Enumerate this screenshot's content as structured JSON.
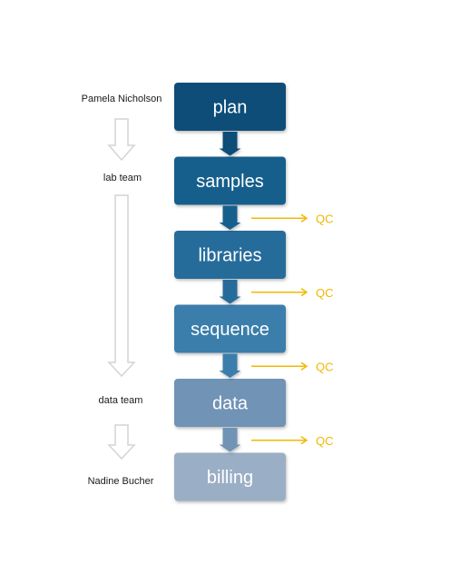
{
  "stages": [
    {
      "label": "plan",
      "color": "#0f4e78"
    },
    {
      "label": "samples",
      "color": "#195e8c"
    },
    {
      "label": "libraries",
      "color": "#266c9b"
    },
    {
      "label": "sequence",
      "color": "#3a7eab"
    },
    {
      "label": "data",
      "color": "#6f93b6"
    },
    {
      "label": "billing",
      "color": "#9aafc5"
    }
  ],
  "qc_label": "QC",
  "qc_color": "#f0b800",
  "actors": [
    {
      "label": "Pamela Nicholson"
    },
    {
      "label": "lab team"
    },
    {
      "label": "data team"
    },
    {
      "label": "Nadine Bucher"
    }
  ]
}
